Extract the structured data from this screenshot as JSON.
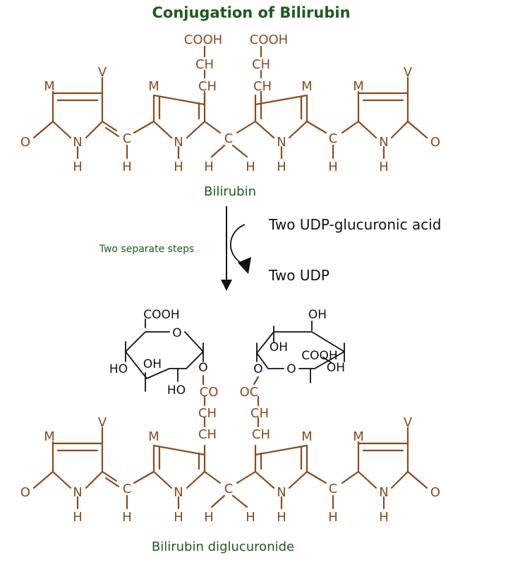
{
  "title": "Conjugation of Bilirubin",
  "labels": {
    "bilirubin": "Bilirubin",
    "steps": "Two separate steps",
    "reagent_in": "Two UDP-glucuronic acid",
    "reagent_out": "Two UDP",
    "product": "Bilirubin diglucuronide"
  },
  "atoms": {
    "M": "M",
    "V": "V",
    "O": "O",
    "N": "N",
    "H": "H",
    "C": "C",
    "CH": "CH",
    "COOH": "COOH",
    "CO": "CO",
    "OC": "OC",
    "OH": "OH",
    "HO": "HO"
  },
  "colors": {
    "structure": "#8b4a1c",
    "label_green": "#1f5a1f",
    "ink": "#111111"
  }
}
